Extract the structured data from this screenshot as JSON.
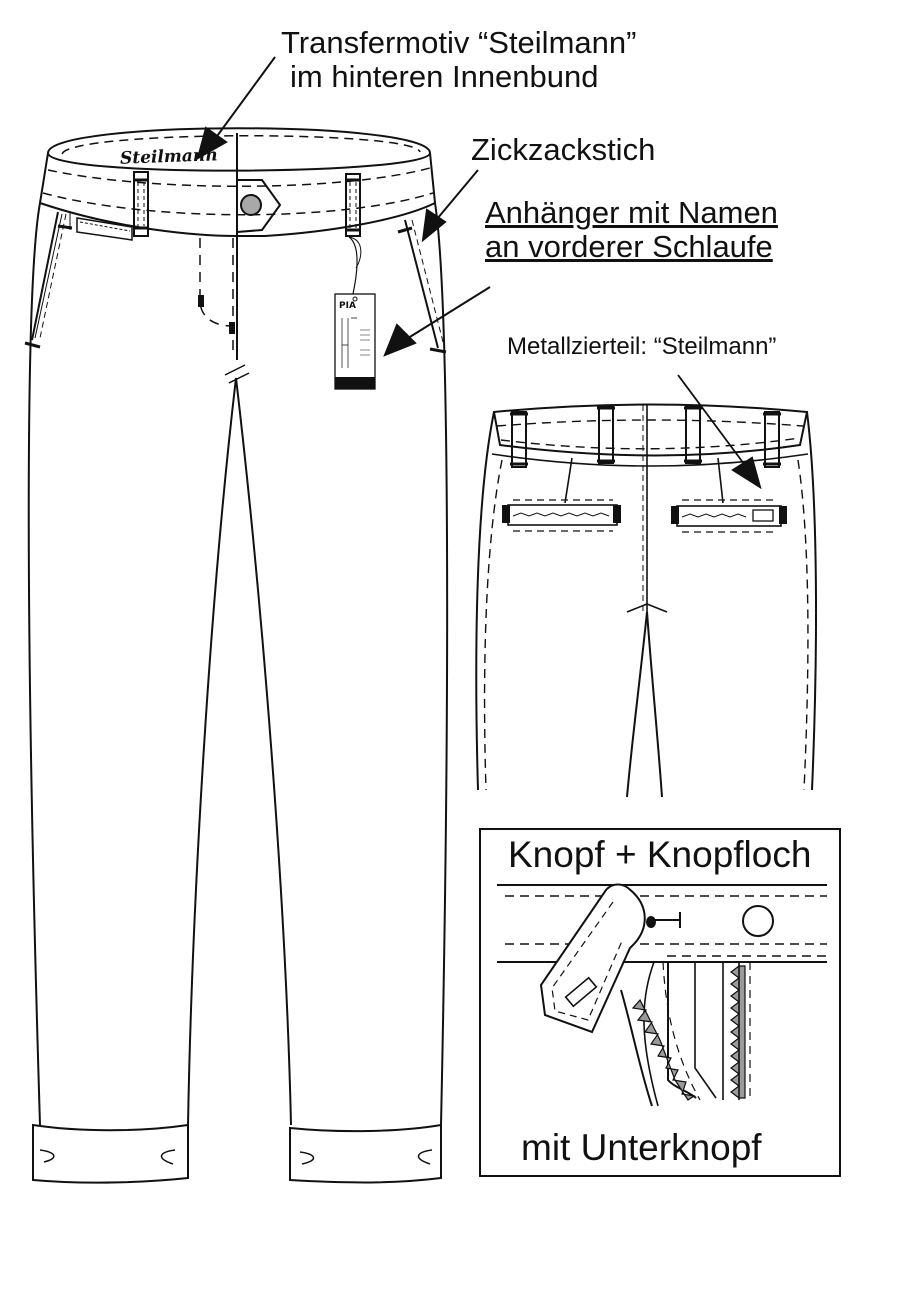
{
  "annotations": {
    "transfer_line1": "Transfermotiv “Steilmann”",
    "transfer_line2": "im hinteren Innenbund",
    "zickzack": "Zickzackstich",
    "haenger_line1": "Anhänger mit Namen",
    "haenger_line2": "an vorderer Schlaufe",
    "metallzierteil": "Metallzierteil: “Steilmann”"
  },
  "waistband_print": "Steilmann",
  "hang_tag": {
    "name": "PIA"
  },
  "detail_box": {
    "title": "Knopf + Knopfloch",
    "subtitle": "mit Unterknopf"
  },
  "colors": {
    "line": "#111111",
    "button_fill": "#a8a8a8",
    "zipper_fill": "#9a9a9a"
  }
}
